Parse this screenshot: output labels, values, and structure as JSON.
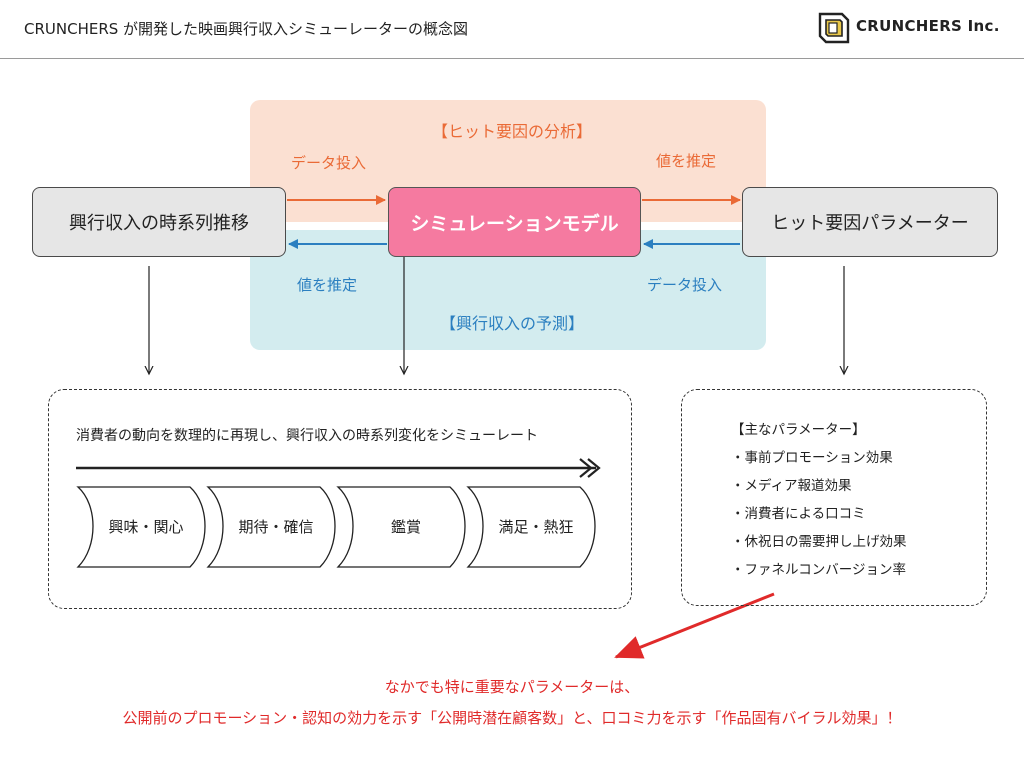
{
  "header": {
    "title": "CRUNCHERS が開発した映画興行収入シミューレーターの概念図",
    "logo_text": "CRUNCHERS Inc."
  },
  "bands": {
    "analysis_heading": "【ヒット要因の分析】",
    "forecast_heading": "【興行収入の予測】"
  },
  "edges": {
    "top_left": "データ投入",
    "top_right": "値を推定",
    "bottom_left": "値を推定",
    "bottom_right": "データ投入"
  },
  "nodes": {
    "left": "興行収入の時系列推移",
    "center": "シミュレーションモデル",
    "right": "ヒット要因パラメーター"
  },
  "left_box": {
    "description": "消費者の動向を数理的に再現し、興行収入の時系列変化をシミューレート",
    "stages": [
      "興味・関心",
      "期待・確信",
      "鑑賞",
      "満足・熱狂"
    ]
  },
  "right_box": {
    "title": "【主なパラメーター】",
    "items": [
      "・事前プロモーション効果",
      "・メディア報道効果",
      "・消費者による口コミ",
      "・休祝日の需要押し上げ効果",
      "・ファネルコンバージョン率"
    ]
  },
  "note": {
    "line1": "なかでも特に重要なパラメーターは、",
    "line2": "公開前のプロモーション・認知の効力を示す「公開時潜在顧客数」と、口コミ力を示す「作品固有バイラル効果」！"
  },
  "colors": {
    "orange": "#ea6a36",
    "blue": "#2b7fc0",
    "center_node": "#f57aa0",
    "note_red": "#e02a2a"
  }
}
